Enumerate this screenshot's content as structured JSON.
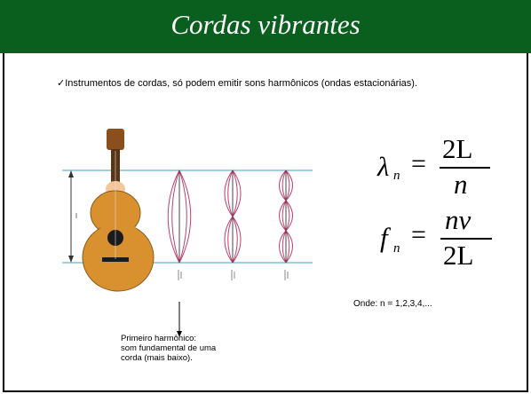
{
  "slide": {
    "title": "Cordas vibrantes",
    "bullet_mark": "✓",
    "bullet_text": "Instrumentos de cordas, só podem emitir sons harmônicos (ondas estacionárias).",
    "formula1": {
      "lhs": "λ",
      "sub": "n",
      "eq": "=",
      "num": "2L",
      "den": "n"
    },
    "formula2": {
      "lhs": "f",
      "sub": "n",
      "eq": "=",
      "num": "nv",
      "den": "2L"
    },
    "onde": "Onde: n = 1,2,3,4,...",
    "caption": [
      "Primeiro harmônico:",
      "som fundamental de uma",
      "corda (mais baixo)."
    ]
  },
  "colors": {
    "title_bg": "#0a5f1e",
    "wave": "#c0406e",
    "guide": "#9fd0e4",
    "guitar": "#d9902e"
  }
}
